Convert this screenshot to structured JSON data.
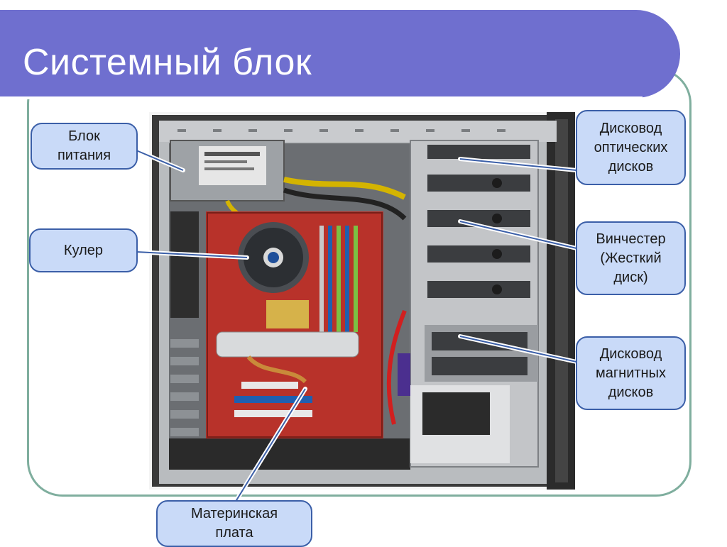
{
  "title": "Системный блок",
  "diagram": {
    "image": "computer-case-interior-photo",
    "labels": {
      "psu": "Блок\nпитания",
      "cooler": "Кулер",
      "motherboard": "Материнская\nплата",
      "optical": "Дисковод\nоптических\nдисков",
      "hdd": "Винчестер\n(Жесткий\nдиск)",
      "floppy": "Дисковод\nмагнитных\nдисков"
    }
  },
  "colors": {
    "title_bar": "#6f6fcf",
    "callout_fill": "#c9daf8",
    "callout_border": "#3b5fa8",
    "frame": "#7fae9e"
  }
}
